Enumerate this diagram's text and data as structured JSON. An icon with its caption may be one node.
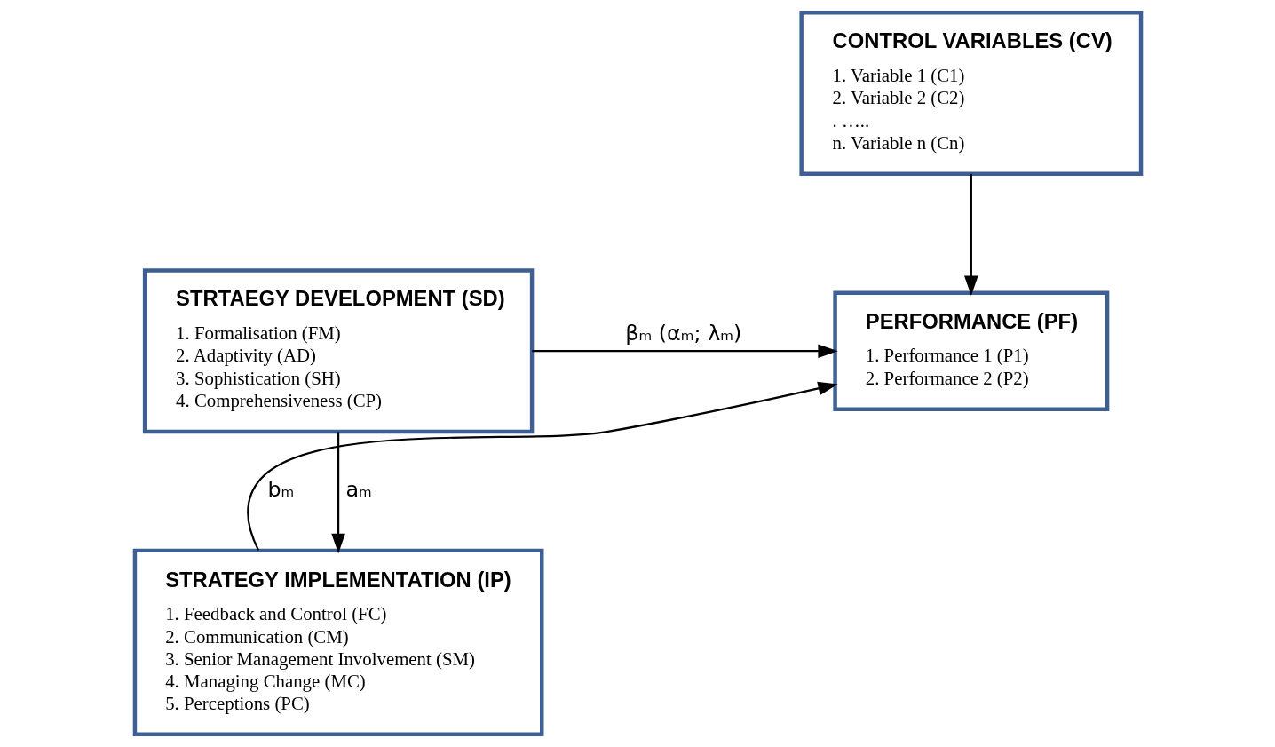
{
  "diagram": {
    "nodes": [
      {
        "text": [
          "CONTROL VARIABLES (CV)",
          "1. Variable 1 (C1)",
          "2. Variable 2 (C2)",
          ". …..",
          "n. Variable n (Cn)"
        ]
      },
      {
        "text": [
          "STRTAEGY DEVELOPMENT (SD)",
          "1. Formalisation (FM)",
          "2. Adaptivity (AD)",
          "3. Sophistication (SH)",
          "4. Comprehensiveness (CP)"
        ]
      },
      {
        "text": [
          "PERFORMANCE (PF)",
          "1. Performance 1 (P1)",
          "2. Performance 2 (P2)"
        ]
      },
      {
        "text": [
          "STRATEGY IMPLEMENTATION (IP)",
          "1. Feedback and Control (FC)",
          "2. Communication (CM)",
          "3. Senior Management Involvement (SM)",
          "4. Managing Change (MC)",
          "5. Perceptions (PC)"
        ]
      }
    ],
    "edges": [
      {
        "from": 0,
        "to": 2,
        "arrow": "to"
      },
      {
        "from": 1,
        "to": 2,
        "arrow": "to",
        "label": "βₘ (αₘ; λₘ)"
      },
      {
        "from": 1,
        "to": 3,
        "arrow": "to",
        "label": "aₘ"
      },
      {
        "from": 3,
        "to": 2,
        "arrow": "to",
        "label": "bₘ"
      }
    ]
  }
}
